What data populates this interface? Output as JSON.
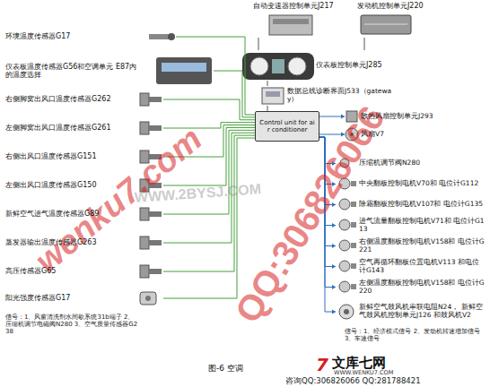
{
  "diagram": {
    "caption": "图-6 空调",
    "nodes": [
      {
        "text": [
          "自动变速器控制单元J217"
        ]
      },
      {
        "text": [
          "发动机控制单元J220"
        ]
      },
      {
        "text": [
          "仪表板控制单元J285"
        ]
      },
      {
        "text": [
          "数据总线诊断界面J533（gateway）"
        ]
      },
      {
        "text": [
          "Control unit for air conditioner"
        ]
      },
      {
        "text": [
          "散热风扇控制单元J293"
        ]
      },
      {
        "text": [
          "风扇V7"
        ]
      },
      {
        "text": [
          "环境温度传感器G17"
        ]
      },
      {
        "text": [
          "仪表板温度传感器G56和空调单元 E87内的温度选择"
        ]
      },
      {
        "text": [
          "右侧脚窝出风口温度传感器G262"
        ]
      },
      {
        "text": [
          "左侧脚窝出风口温度传感器G261"
        ]
      },
      {
        "text": [
          "右侧出风口温度传感器G151"
        ]
      },
      {
        "text": [
          "左侧出风口温度传感器G150"
        ]
      },
      {
        "text": [
          "新鲜空气进气温度传感器G89"
        ]
      },
      {
        "text": [
          "蒸发器输出温度传感器G263"
        ]
      },
      {
        "text": [
          "高压传感器G65"
        ]
      },
      {
        "text": [
          "阳光强度传感器G17"
        ]
      },
      {
        "text": [
          "压缩机调节阀N280"
        ]
      },
      {
        "text": [
          "中央翻板控制电机V70和 电位计G112"
        ]
      },
      {
        "text": [
          "除霜翻板控制电机V107和 电位计G135"
        ]
      },
      {
        "text": [
          "进气流量翻板控制电机V71和 电位计G113"
        ]
      },
      {
        "text": [
          "右侧温度翻板控制电机V158和 电位计G221"
        ]
      },
      {
        "text": [
          "空气再循环翻板位置电机V113 和电位计G143"
        ]
      },
      {
        "text": [
          "左侧温度翻板控制电机V158和 电位计G220"
        ]
      },
      {
        "text": [
          "新鲜空气鼓风机串联电阻N24， 新鲜空气鼓风机控制单元J126 和鼓风机V2"
        ]
      }
    ],
    "edges": [
      {
        "from": 0,
        "to": 2,
        "arrow": "none"
      },
      {
        "from": 1,
        "to": 2,
        "arrow": "none"
      },
      {
        "from": 2,
        "to": 3,
        "arrow": "none"
      },
      {
        "from": 3,
        "to": 4,
        "arrow": "none"
      },
      {
        "from": 4,
        "to": 5,
        "arrow": "to"
      },
      {
        "from": 4,
        "to": 6,
        "arrow": "to"
      },
      {
        "from": 7,
        "to": 4,
        "arrow": "none"
      },
      {
        "from": 8,
        "to": 4,
        "arrow": "none"
      },
      {
        "from": 9,
        "to": 4,
        "arrow": "none"
      },
      {
        "from": 10,
        "to": 4,
        "arrow": "none"
      },
      {
        "from": 11,
        "to": 4,
        "arrow": "none"
      },
      {
        "from": 12,
        "to": 4,
        "arrow": "none"
      },
      {
        "from": 13,
        "to": 4,
        "arrow": "none"
      },
      {
        "from": 14,
        "to": 4,
        "arrow": "none"
      },
      {
        "from": 15,
        "to": 4,
        "arrow": "none"
      },
      {
        "from": 16,
        "to": 4,
        "arrow": "none"
      },
      {
        "from": 4,
        "to": 17,
        "arrow": "to"
      },
      {
        "from": 4,
        "to": 18,
        "arrow": "to"
      },
      {
        "from": 4,
        "to": 19,
        "arrow": "to"
      },
      {
        "from": 4,
        "to": 20,
        "arrow": "to"
      },
      {
        "from": 4,
        "to": 21,
        "arrow": "to"
      },
      {
        "from": 4,
        "to": 22,
        "arrow": "to"
      },
      {
        "from": 4,
        "to": 23,
        "arrow": "to"
      },
      {
        "from": 4,
        "to": 24,
        "arrow": "to"
      }
    ],
    "labels": [
      "信号：1、风窗清洗剂水间歇系统31b端子 2、压缩机调节电磁阀N280 3、空气质量传感器G238",
      "信号：1、经济模式信号 2、发动机转速增加信号 3、车速信号",
      "wenku7.com",
      "QQ:306826066",
      "WWW.2BYSJ.COM",
      "7",
      "文库七网",
      "WWW.WENKU7.COM",
      "咨询QQ:306826066 QQ:281788421"
    ]
  }
}
